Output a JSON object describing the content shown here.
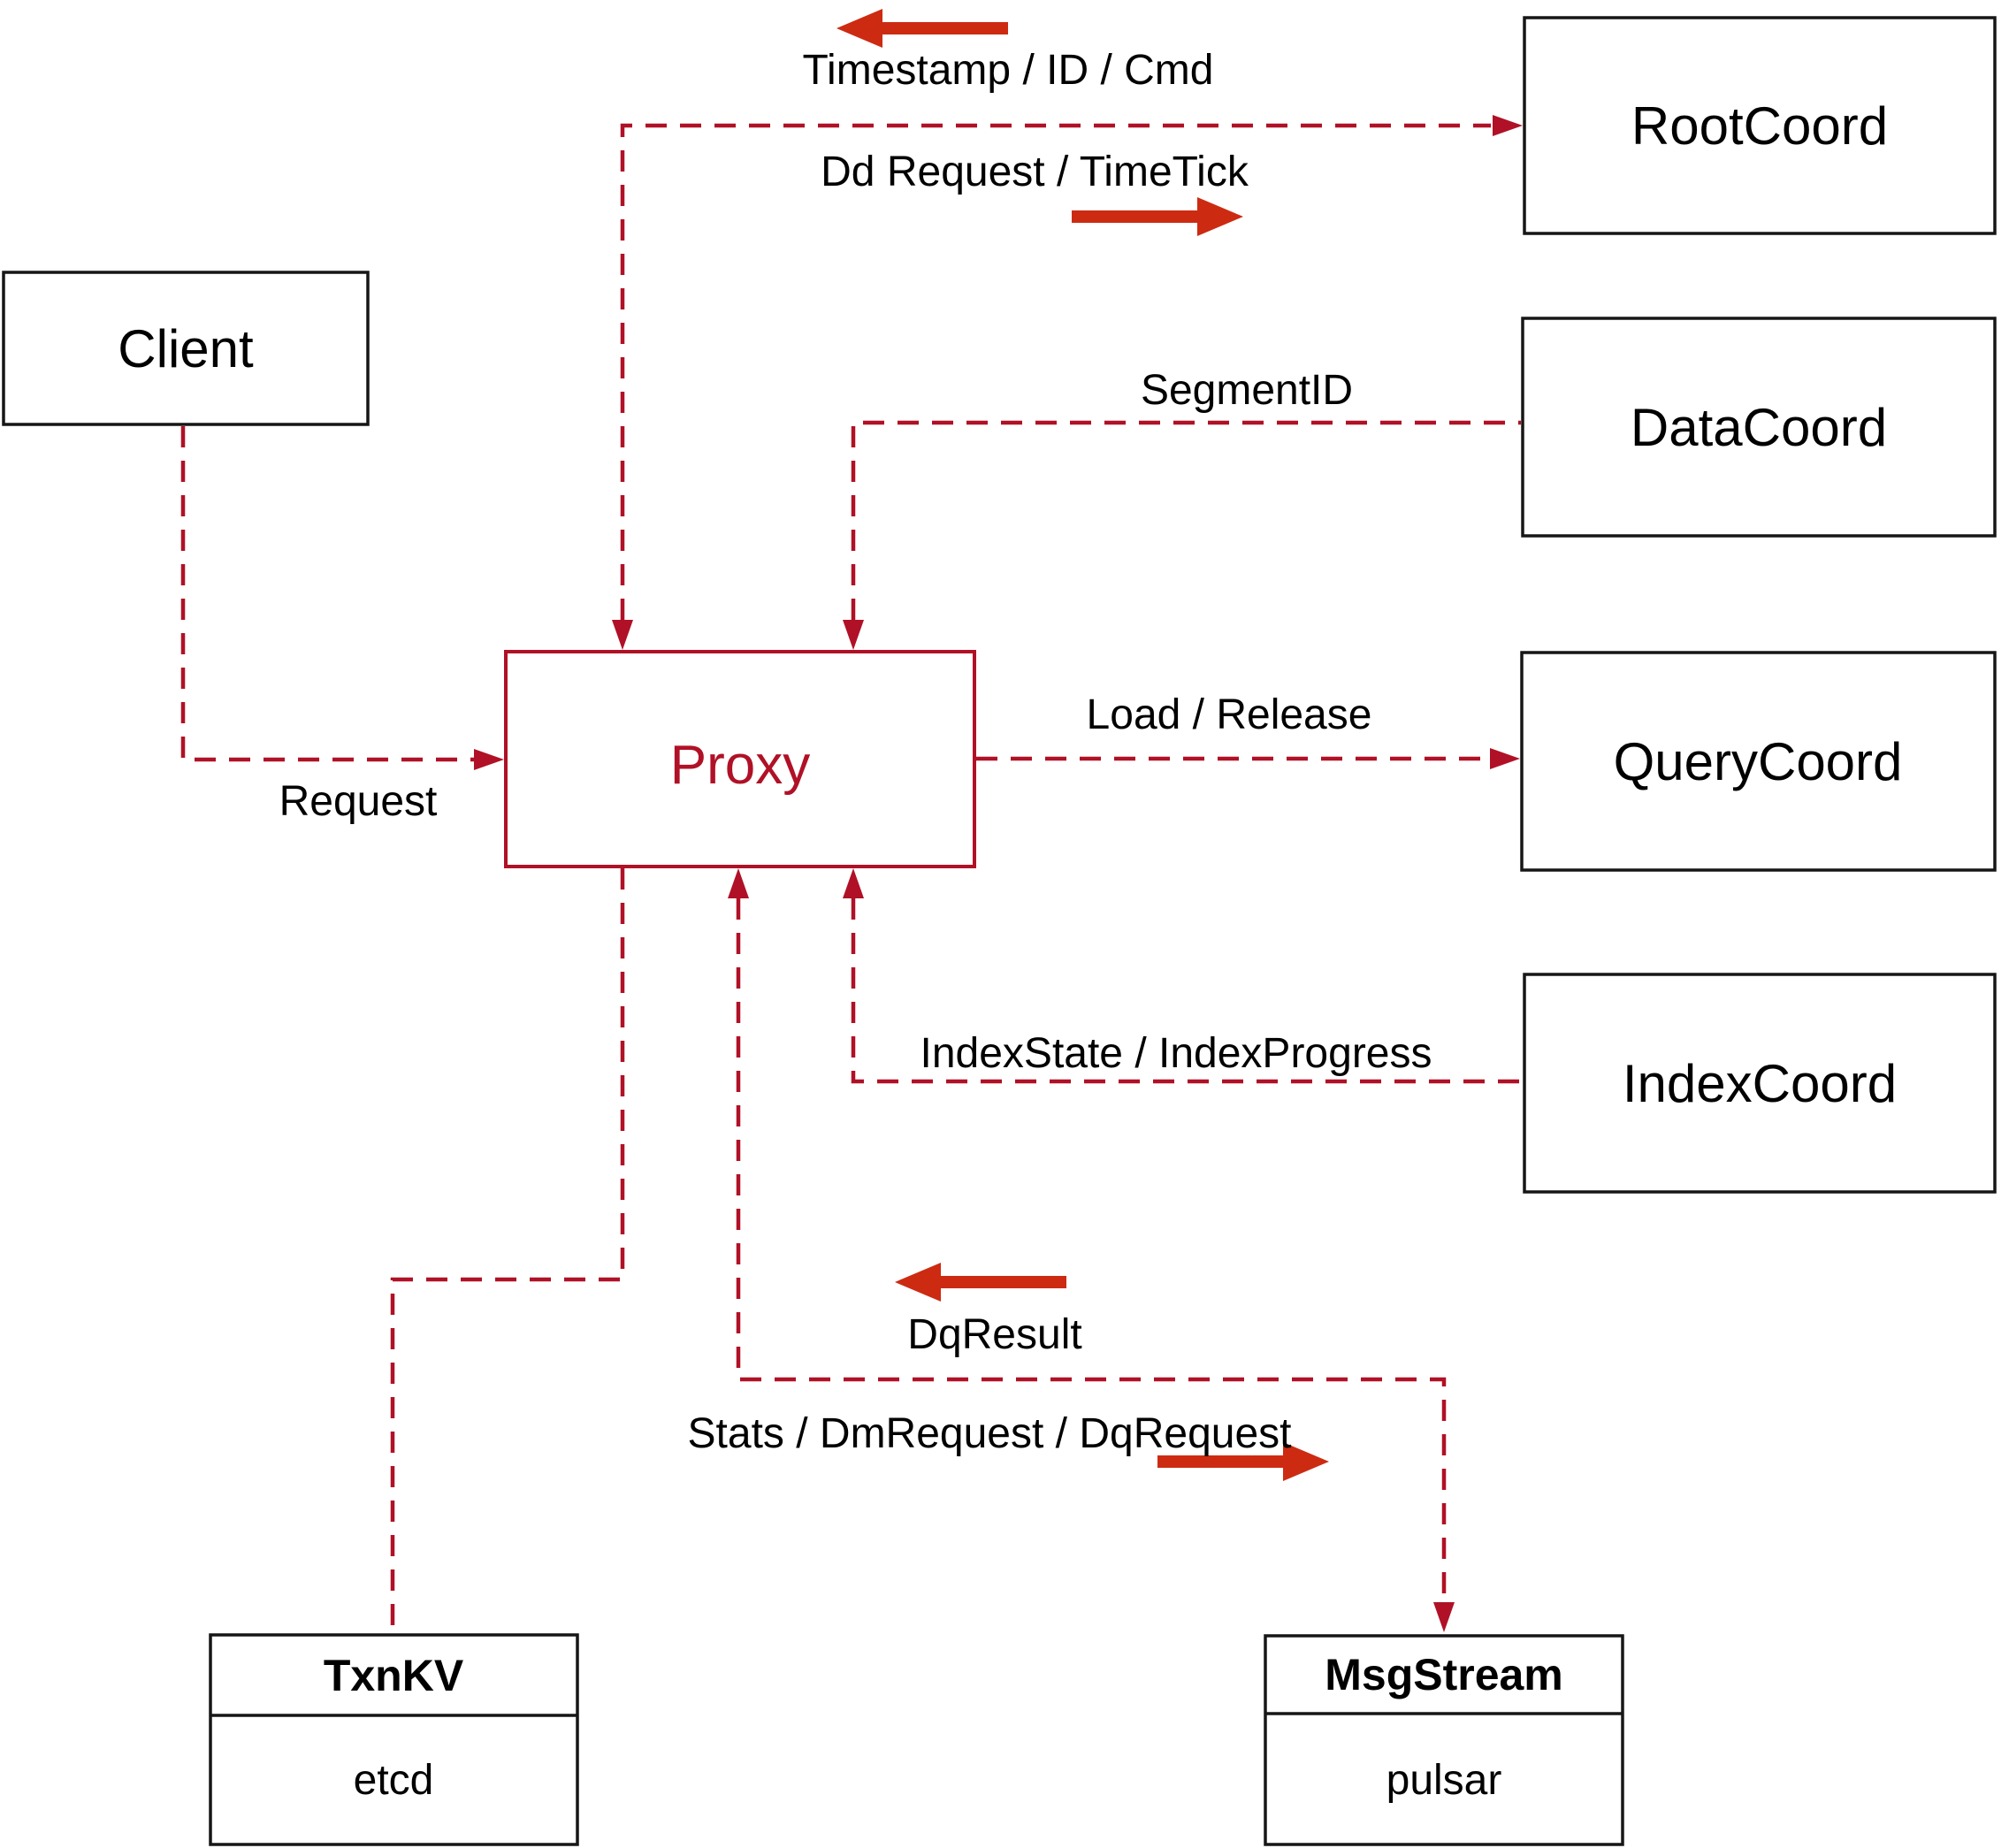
{
  "nodes": {
    "client": {
      "label": "Client"
    },
    "rootcoord": {
      "label": "RootCoord"
    },
    "datacoord": {
      "label": "DataCoord"
    },
    "querycoord": {
      "label": "QueryCoord"
    },
    "indexcoord": {
      "label": "IndexCoord"
    },
    "proxy": {
      "label": "Proxy"
    },
    "txnkv": {
      "title": "TxnKV",
      "impl": "etcd"
    },
    "msgstream": {
      "title": "MsgStream",
      "impl": "pulsar"
    }
  },
  "edge_labels": {
    "timestamp_id_cmd": "Timestamp / ID / Cmd",
    "dd_request_timetick": "Dd Request / TimeTick",
    "segment_id": "SegmentID",
    "load_release": "Load / Release",
    "request": "Request",
    "index_state": "IndexState / IndexProgress",
    "dq_result": "DqResult",
    "stats_dm_dq": "Stats / DmRequest / DqRequest"
  },
  "colors": {
    "line_red": "#b01126",
    "arrow_red": "#cc2b12",
    "box_black": "#161616"
  }
}
